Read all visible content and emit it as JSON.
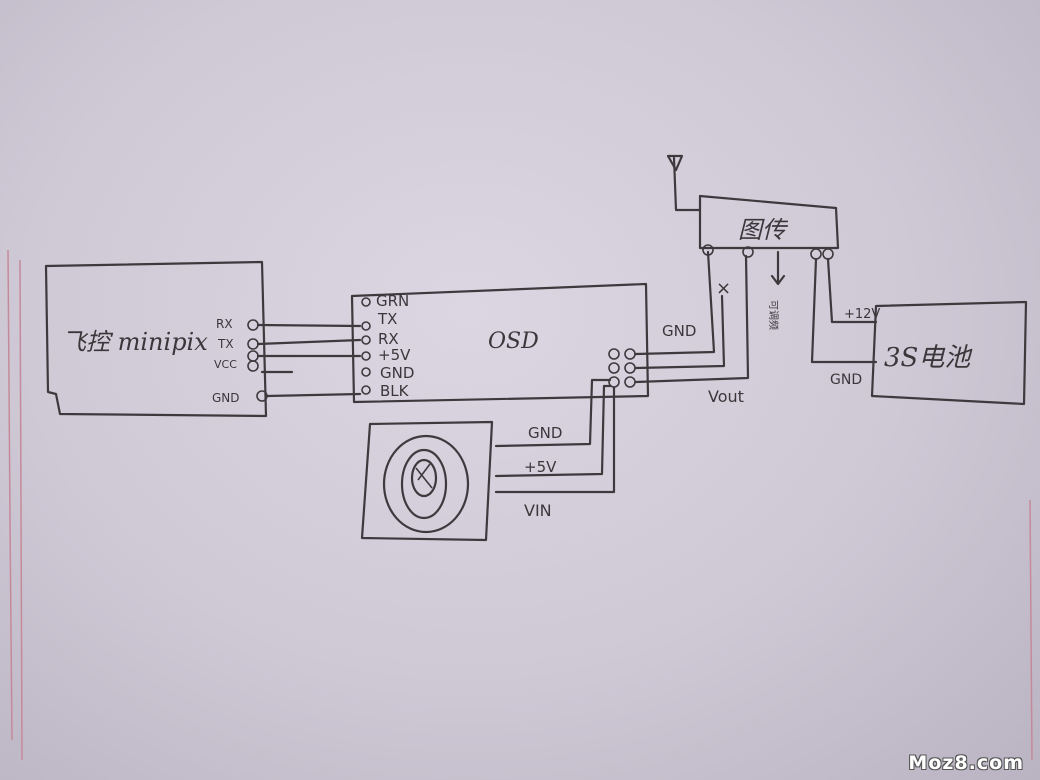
{
  "fc_box": {
    "label": "飞控 minipix",
    "pins": [
      "RX",
      "TX",
      "VCC",
      "GND"
    ]
  },
  "osd_box": {
    "label": "OSD",
    "pins": [
      "GRN",
      "TX",
      "RX",
      "+5V",
      "GND",
      "BLK"
    ]
  },
  "vtx_box": {
    "label": "图传",
    "side_note": "可调频"
  },
  "battery_box": {
    "label": "3S电池"
  },
  "wire_labels": {
    "gnd_vtx": "GND",
    "vout": "Vout",
    "cut_mark": "×",
    "plus12v": "+12V",
    "gnd_batt": "GND",
    "cam_gnd": "GND",
    "cam_5v": "+5V",
    "cam_vin": "VIN"
  },
  "watermark": "Moz8.com"
}
